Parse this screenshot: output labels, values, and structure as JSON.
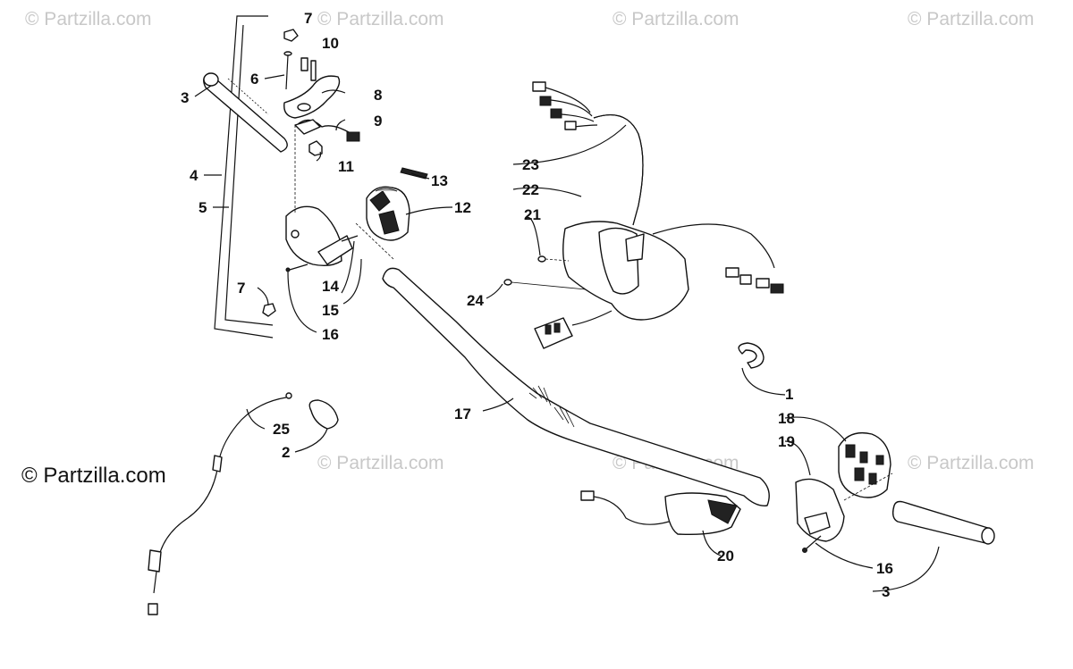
{
  "watermarks": {
    "top_left": "© Partzilla.com",
    "top_center": "© Partzilla.com",
    "top_right1": "© Partzilla.com",
    "top_right2": "© Partzilla.com",
    "main": "© Partzilla.com",
    "mid_center": "© Partzilla.com",
    "mid_right1": "© Partzilla.com",
    "mid_right2": "© Partzilla.com"
  },
  "callouts": {
    "c1": "1",
    "c2": "2",
    "c3a": "3",
    "c3b": "3",
    "c4": "4",
    "c5": "5",
    "c6": "6",
    "c7a": "7",
    "c7b": "7",
    "c8": "8",
    "c9": "9",
    "c10": "10",
    "c11": "11",
    "c12": "12",
    "c13": "13",
    "c14": "14",
    "c15": "15",
    "c16a": "16",
    "c16b": "16",
    "c17": "17",
    "c18": "18",
    "c19": "19",
    "c20": "20",
    "c21": "21",
    "c22": "22",
    "c23": "23",
    "c24": "24",
    "c25": "25"
  }
}
